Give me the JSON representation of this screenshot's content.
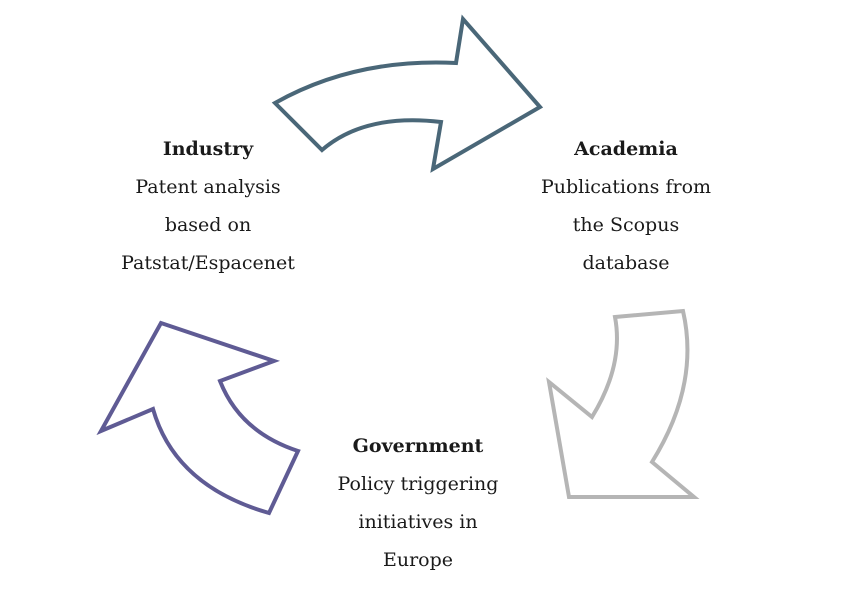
{
  "nodes": {
    "industry": {
      "title": "Industry",
      "lines": [
        "Patent analysis",
        "based on",
        "Patstat/Espacenet"
      ]
    },
    "academia": {
      "title": "Academia",
      "lines": [
        "Publications from",
        "the Scopus",
        "database"
      ]
    },
    "government": {
      "title": "Government",
      "lines": [
        "Policy triggering",
        "initiatives in",
        "Europe"
      ]
    }
  },
  "colors": {
    "arrow_industry_to_academia": "#4a6778",
    "arrow_academia_to_government": "#b5b5b5",
    "arrow_government_to_industry": "#5f5b94"
  }
}
